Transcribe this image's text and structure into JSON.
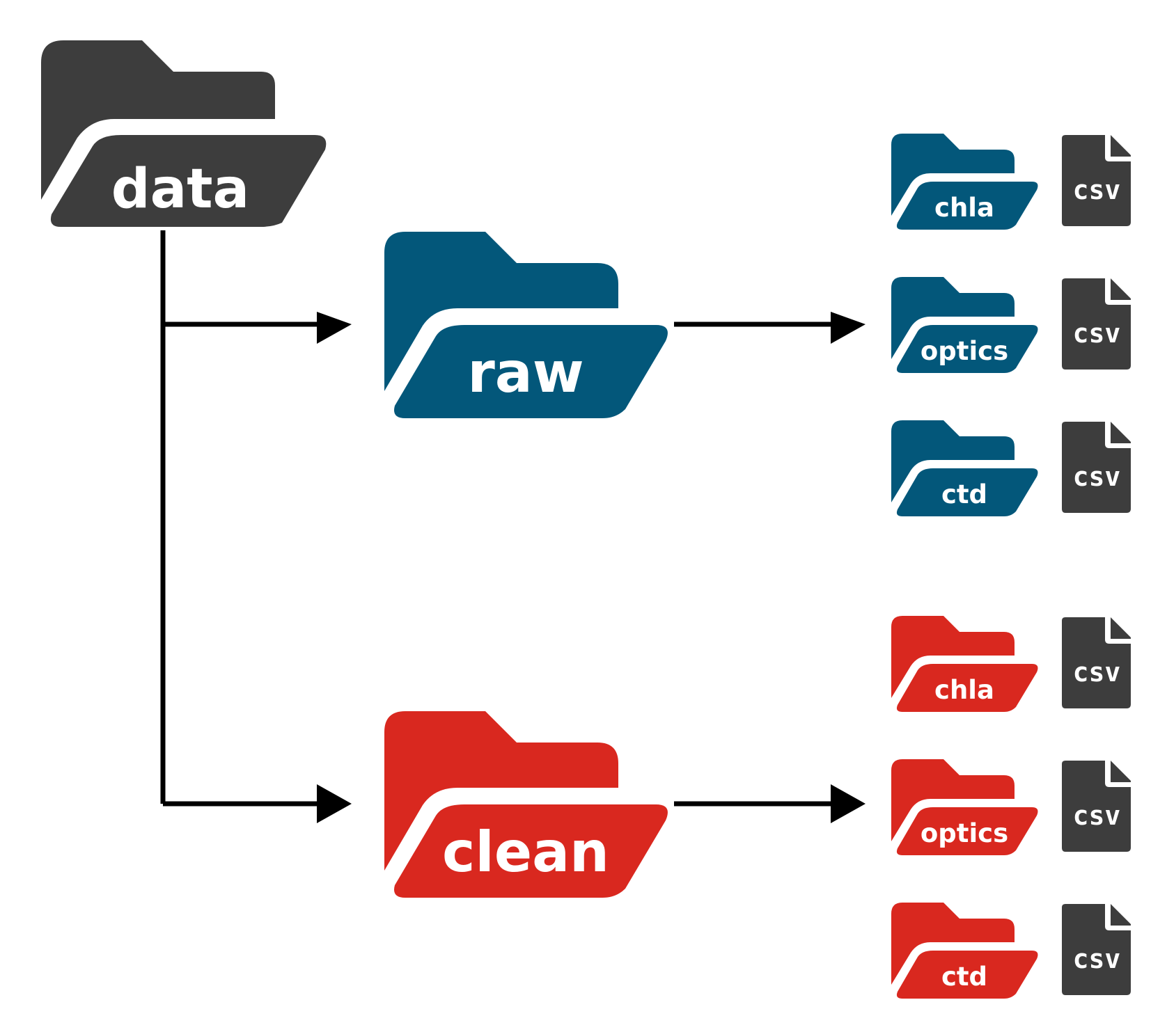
{
  "colors": {
    "root": "#3d3d3d",
    "raw": "#03577a",
    "clean": "#d9281f",
    "file": "#3d3d3d",
    "connector": "#000000"
  },
  "root": {
    "label": "data",
    "icon": "open-folder-icon"
  },
  "raw": {
    "label": "raw",
    "icon": "open-folder-icon",
    "children": [
      {
        "label": "chla",
        "file": "csv"
      },
      {
        "label": "optics",
        "file": "csv"
      },
      {
        "label": "ctd",
        "file": "csv"
      }
    ]
  },
  "clean": {
    "label": "clean",
    "icon": "open-folder-icon",
    "children": [
      {
        "label": "chla",
        "file": "csv"
      },
      {
        "label": "optics",
        "file": "csv"
      },
      {
        "label": "ctd",
        "file": "csv"
      }
    ]
  }
}
